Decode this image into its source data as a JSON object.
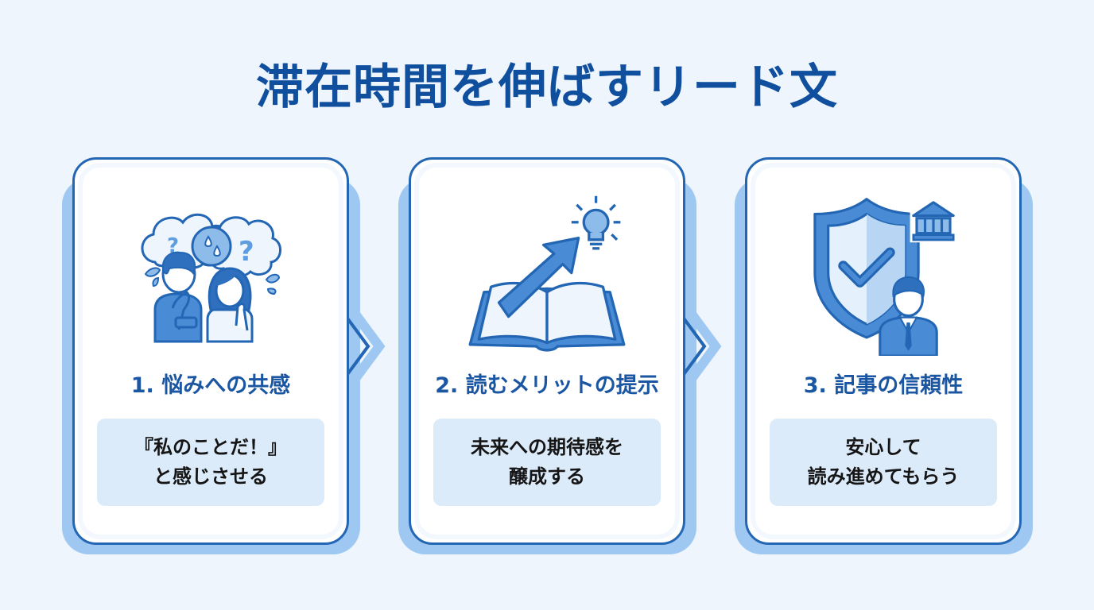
{
  "title": "滞在時間を伸ばすリード文",
  "colors": {
    "background": "#eef5fd",
    "title": "#0f4f9e",
    "card_border": "#2366b4",
    "card_shadow": "#9ec8f2",
    "step_title": "#1b56a2",
    "desc_bg": "#dcebfa",
    "desc_text": "#151515"
  },
  "steps": [
    {
      "number": "1",
      "title": "1. 悩みへの共感",
      "description": "『私のことだ！』\nと感じさせる",
      "icon": "worried-people-icon"
    },
    {
      "number": "2",
      "title": "2. 読むメリットの提示",
      "description": "未来への期待感を\n醸成する",
      "icon": "book-arrow-lightbulb-icon"
    },
    {
      "number": "3",
      "title": "3. 記事の信頼性",
      "description": "安心して\n読み進めてもらう",
      "icon": "shield-check-expert-icon"
    }
  ]
}
